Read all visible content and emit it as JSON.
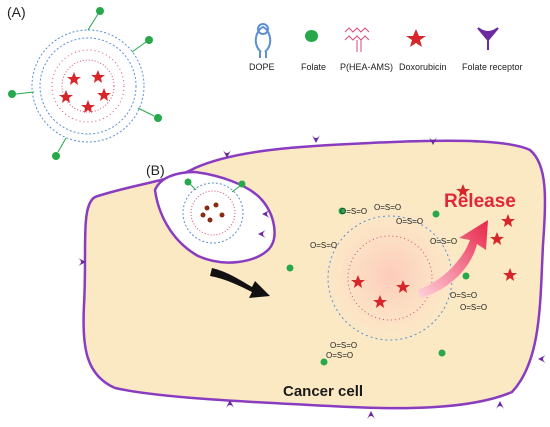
{
  "panels": {
    "a": "(A)",
    "b": "(B)"
  },
  "legend": {
    "dope": "DOPE",
    "folate": "Folate",
    "polymer": "P(HEA-AMS)",
    "doxorubicin": "Doxorubicin",
    "receptor": "Folate receptor"
  },
  "cell": {
    "label": "Cancer cell"
  },
  "release": {
    "label": "Release"
  },
  "disulfide": {
    "label": "O=S=O"
  },
  "colors": {
    "cytoplasm": "#fbe9c4",
    "membrane": "#8a3cc0",
    "lipid": "#5b8fd6",
    "polymer": "#d64a7a",
    "folate": "#27a84a",
    "doxorubicin": "#d7262a",
    "receptor": "#6a2aa0",
    "arrow": "#e8264a"
  }
}
